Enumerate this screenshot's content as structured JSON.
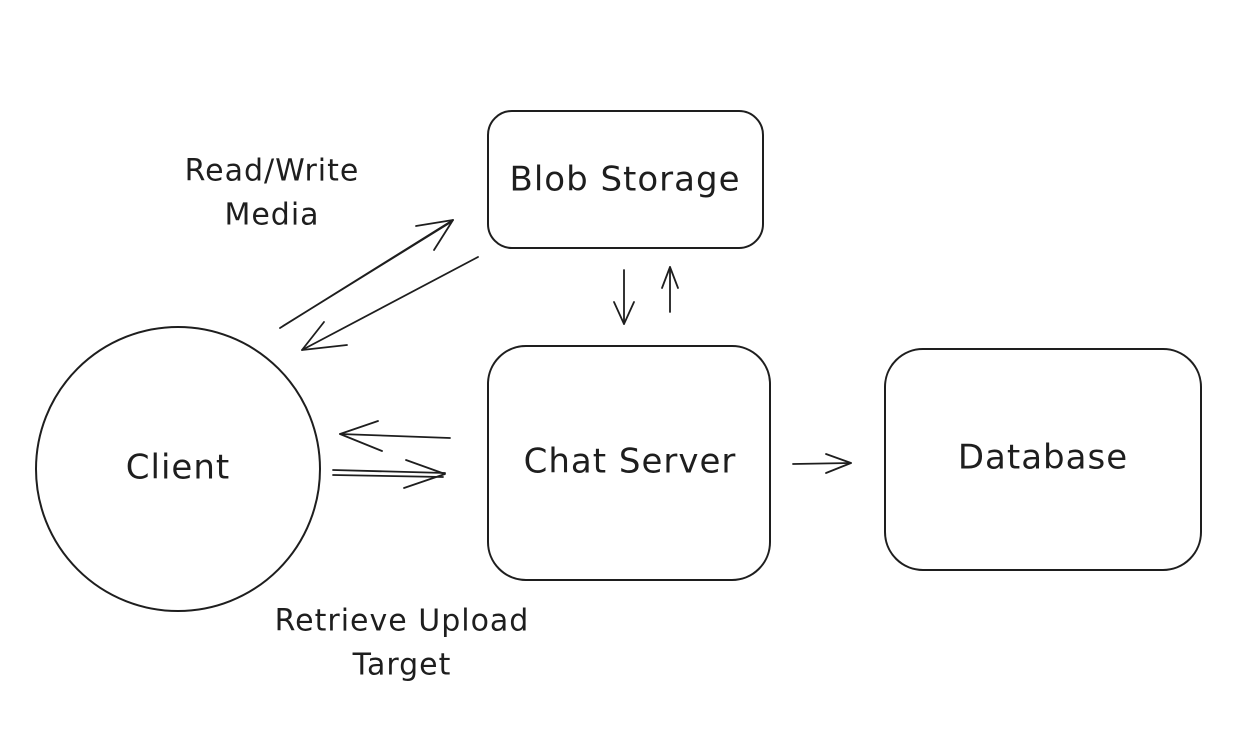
{
  "nodes": {
    "blob_storage": {
      "label": "Blob Storage",
      "shape": "rounded-rectangle"
    },
    "chat_server": {
      "label": "Chat Server",
      "shape": "rounded-rectangle"
    },
    "database": {
      "label": "Database",
      "shape": "rounded-rectangle"
    },
    "client": {
      "label": "Client",
      "shape": "circle"
    }
  },
  "annotations": {
    "read_write_media": [
      "Read/Write",
      "Media"
    ],
    "retrieve_upload_target": [
      "Retrieve Upload",
      "Target"
    ]
  },
  "edges": [
    {
      "from": "Client",
      "to": "Blob Storage"
    },
    {
      "from": "Blob Storage",
      "to": "Client"
    },
    {
      "from": "Blob Storage",
      "to": "Chat Server"
    },
    {
      "from": "Chat Server",
      "to": "Blob Storage"
    },
    {
      "from": "Chat Server",
      "to": "Client"
    },
    {
      "from": "Client",
      "to": "Chat Server"
    },
    {
      "from": "Chat Server",
      "to": "Database"
    }
  ],
  "colors": {
    "stroke": "#1e1e1e",
    "background": "#ffffff"
  }
}
